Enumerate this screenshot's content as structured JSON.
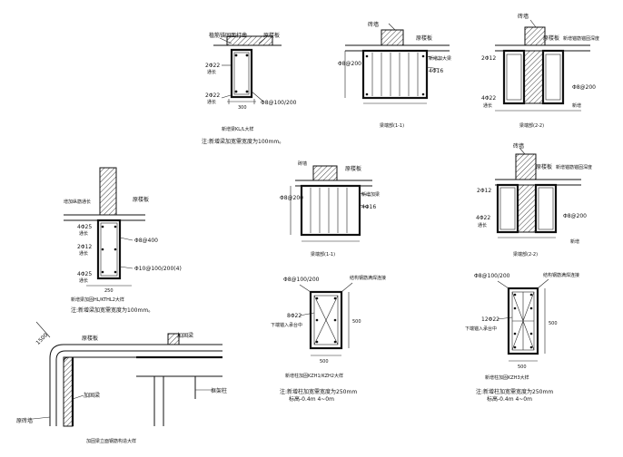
{
  "detail_a": {
    "label_top_left": "植筋锚固面打凿",
    "label_top_right": "原楼板",
    "bar_top": "2Φ22",
    "bar_top_note": "通长",
    "bar_bottom": "2Φ22",
    "bar_bottom_note": "通长",
    "stirrup": "Φ8@100/200",
    "dim_bottom": "300",
    "caption": "新增梁KL/L大样",
    "note": "注:新增梁加宽需宽度为100mm。"
  },
  "detail_b": {
    "label_wall": "砖墙",
    "label_slab": "原楼板",
    "label_new": "新增加大梁",
    "stirrup": "Φ8@200",
    "bar_right": "4Φ16",
    "caption": "梁端部(1-1)"
  },
  "detail_c": {
    "label_wall": "砖墙",
    "label_slab": "原楼板",
    "label_anchor": "新增锚筋锚固深度",
    "bar_top": "2Φ12",
    "bar_bottom": "4Φ22",
    "bar_bottom_note": "通长",
    "stirrup": "Φ8@200",
    "label_mid": "新增",
    "caption": "梁端部(2-2)"
  },
  "detail_d": {
    "label_slab": "原楼板",
    "label_mark": "增加纵筋通长",
    "bar_top": "4Φ25",
    "bar_top_note": "通长",
    "bar_mid": "2Φ12",
    "bar_mid_note": "通长",
    "bar_bottom": "4Φ25",
    "bar_bottom_note": "通长",
    "stirrup_top": "Φ8@400",
    "stirrup_bottom": "Φ10@100/200(4)",
    "dim_bottom": "250",
    "caption": "新增梁加固HL/KTHL2大样",
    "note": "注:新增梁加宽需宽度为100mm。"
  },
  "detail_e": {
    "label_col": "砖墙",
    "label_slab": "原楼板",
    "label_new": "新增加梁",
    "stirrup": "Φ8@200",
    "bar_right": "4Φ16",
    "caption": "梁端部(1-1)"
  },
  "detail_f": {
    "label_wall": "砖墙",
    "label_slab": "原楼板",
    "label_anchor": "新增锚筋锚固深度",
    "bar_top": "2Φ12",
    "bar_bottom": "4Φ22",
    "bar_bottom_note": "通长",
    "stirrup": "Φ8@200",
    "label_mid": "新增",
    "caption": "梁端部(2-2)"
  },
  "detail_g": {
    "dim": "1500",
    "label_slab": "原楼板",
    "label_beam": "加固梁",
    "label_col": "框架柱",
    "label_wall": "原砖墙",
    "label_extra": "加固梁",
    "caption": "加固梁立面钢筋构造大样"
  },
  "detail_h": {
    "stirrup": "Φ8@100/200",
    "label_right": "结构钢筋满焊连接",
    "bar": "8Φ22",
    "note_anchor": "下端锚入承台中",
    "dim_side": "500",
    "dim_bottom": "500",
    "caption": "新增柱加固KZH1/KZH2大样",
    "note1": "注:新增柱加宽需宽度为250mm",
    "note2": "标高-0.4m  4~0m"
  },
  "detail_i": {
    "stirrup": "Φ8@100/200",
    "label_right": "结构钢筋满焊连接",
    "bar": "12Φ22",
    "note_anchor": "下端锚入承台中",
    "dim_side": "500",
    "dim_bottom": "500",
    "caption": "新增柱加固KZH3大样",
    "note1": "注:新增柱加宽需宽度为250mm",
    "note2": "标高-0.4m  4~0m"
  }
}
